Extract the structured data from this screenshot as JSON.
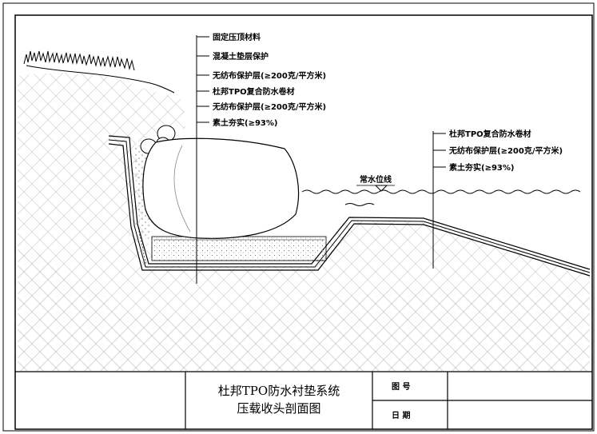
{
  "annotations_left": [
    "固定压顶材料",
    "混凝土垫层保护",
    "无纺布保护层(≥200克/平方米)",
    "杜邦TPO复合防水卷材",
    "无纺布保护层(≥200克/平方米)",
    "素土夯实(≥93%)"
  ],
  "annotations_right": [
    "杜邦TPO复合防水卷材",
    "无纺布保护层(≥200克/平方米)",
    "素土夯实(≥93%)"
  ],
  "water_level_label": "常水位线",
  "title_block": {
    "title_line1": "杜邦TPO防水衬垫系统",
    "title_line2": "压载收头剖面图",
    "drawing_no_label": "图 号",
    "date_label": "日 期",
    "drawing_no_value": "",
    "date_value": ""
  }
}
